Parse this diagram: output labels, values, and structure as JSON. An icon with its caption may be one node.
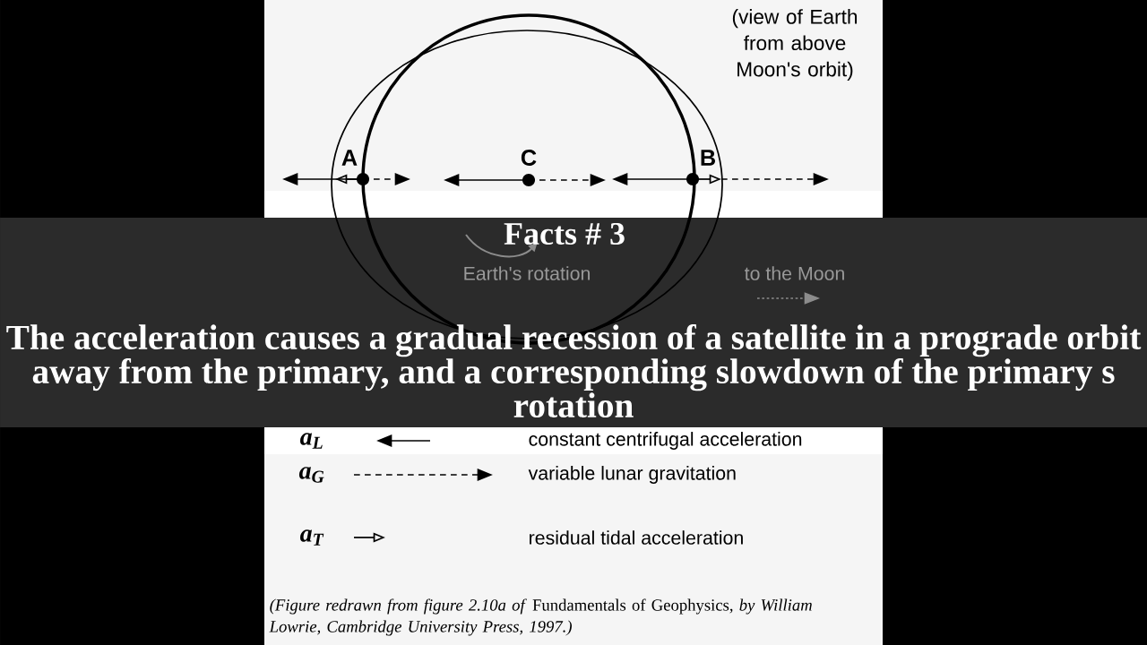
{
  "diagram": {
    "title": "Facts # 3",
    "caption": "The acceleration causes a gradual recession of a satellite in a prograde orbit away from the primary, and a corresponding slowdown of the primary s rotation",
    "nodes": [
      {
        "text": [
          "A"
        ]
      },
      {
        "text": [
          "C"
        ]
      },
      {
        "text": [
          "B"
        ]
      }
    ],
    "labels": [
      "(view of Earth from above Moon's orbit)",
      "Earth's rotation",
      "to the Moon",
      "a$_{L}$",
      "a$_{G}$",
      "a$_{T}$",
      "*(Figure redrawn from figure 2.10a of* Fundamentals of Geophysics, *by William Lowrie, Cambridge University Press, 1997.)*"
    ],
    "legend": [
      {
        "text": "constant centrifugal acceleration"
      },
      {
        "text": "variable lunar gravitation"
      },
      {
        "text": "residual tidal acceleration"
      }
    ]
  }
}
